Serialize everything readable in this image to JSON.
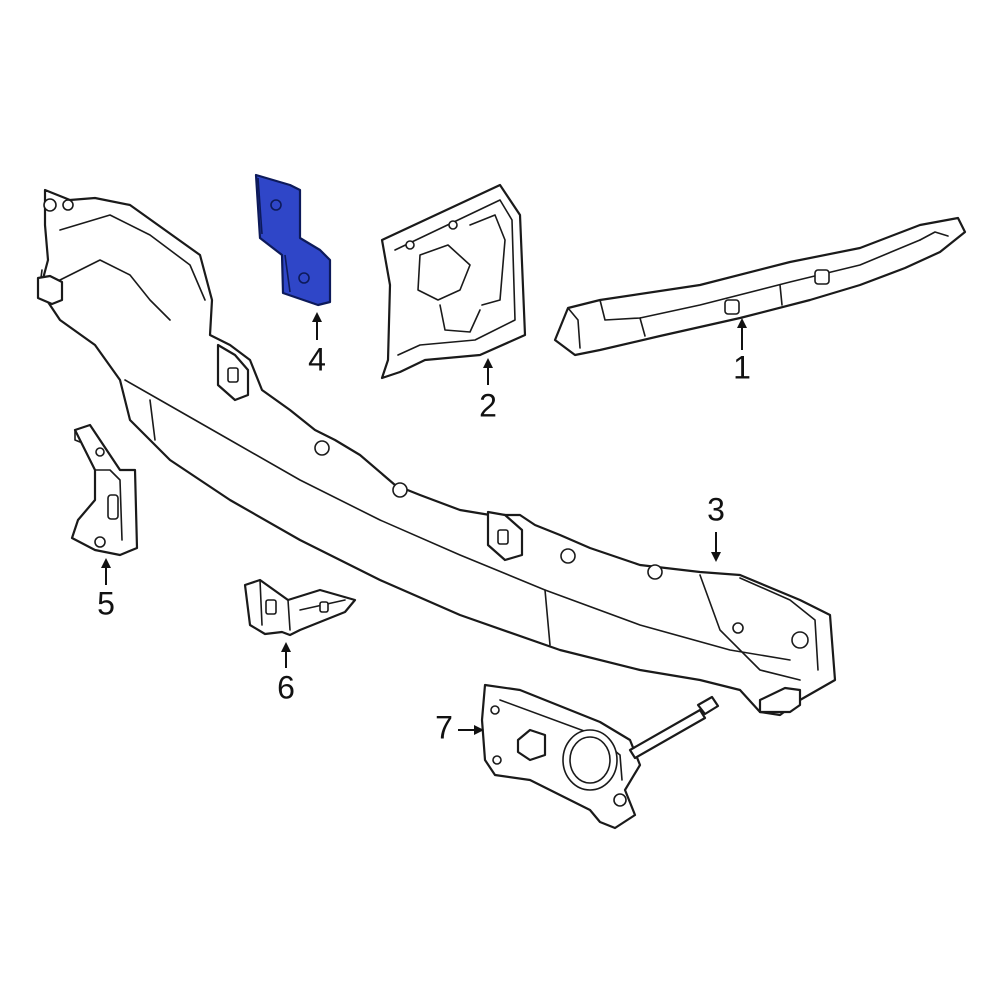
{
  "diagram": {
    "highlight_color": "#2f46c8",
    "callouts": [
      {
        "id": "1",
        "label": "1"
      },
      {
        "id": "2",
        "label": "2"
      },
      {
        "id": "3",
        "label": "3"
      },
      {
        "id": "4",
        "label": "4"
      },
      {
        "id": "5",
        "label": "5"
      },
      {
        "id": "6",
        "label": "6"
      },
      {
        "id": "7",
        "label": "7"
      }
    ]
  }
}
